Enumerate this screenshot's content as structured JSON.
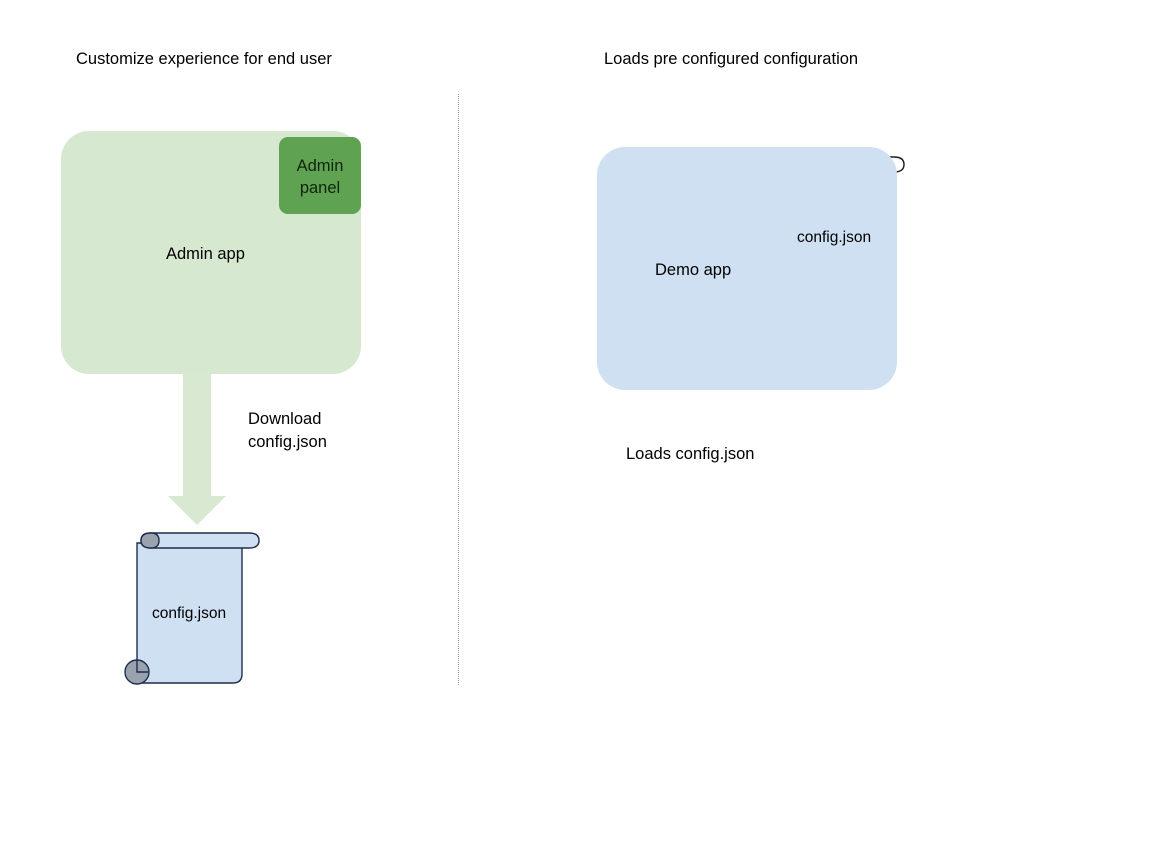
{
  "diagram": {
    "type": "flow-diagram",
    "background_color": "#ffffff",
    "columns": [
      {
        "id": "left",
        "heading": "Customize experience for end user",
        "nodes": [
          {
            "id": "admin-app",
            "label": "Admin app",
            "shape": "rounded-rect",
            "fill": "#d7e8d1"
          },
          {
            "id": "admin-panel",
            "label": "Admin\npanel",
            "label_line1": "Admin",
            "label_line2": "panel",
            "shape": "rounded-rect",
            "fill": "#5fa352"
          },
          {
            "id": "config-doc-left",
            "label": "config.json",
            "shape": "document-scroll",
            "fill": "#cfe0f3",
            "stroke": "#1f2d4d"
          }
        ],
        "edges": [
          {
            "id": "download-arrow",
            "label_line1": "Download",
            "label_line2": "config.json",
            "from": "admin-app",
            "to": "config-doc-left",
            "direction": "down",
            "color": "#d9e8d1"
          }
        ]
      },
      {
        "id": "right",
        "heading": "Loads pre configured configuration",
        "nodes": [
          {
            "id": "demo-app",
            "label": "Demo app",
            "shape": "rounded-rect",
            "fill": "#cfe0f3"
          },
          {
            "id": "config-doc-right",
            "label": "config.json",
            "shape": "document-scroll",
            "fill": "none",
            "stroke": "#1b1b1b"
          }
        ],
        "caption": "Loads config.json"
      }
    ],
    "divider": {
      "style": "dotted",
      "orientation": "vertical",
      "color": "#9a9a9a"
    }
  },
  "colors": {
    "green_light": "#d7e8d1",
    "green_dark": "#5fa352",
    "blue_light": "#cfe0f3",
    "arrow_green": "#d9e8d1",
    "doc_stroke_blue": "#1f2d4d",
    "doc_stroke_dark": "#1b1b1b",
    "curl_gray": "#9aa3ad",
    "divider_gray": "#9a9a9a",
    "text": "#000000"
  },
  "icons": {
    "document_scroll": "document-scroll-icon",
    "arrow_down": "arrow-down-icon",
    "curl": "page-curl-icon"
  }
}
